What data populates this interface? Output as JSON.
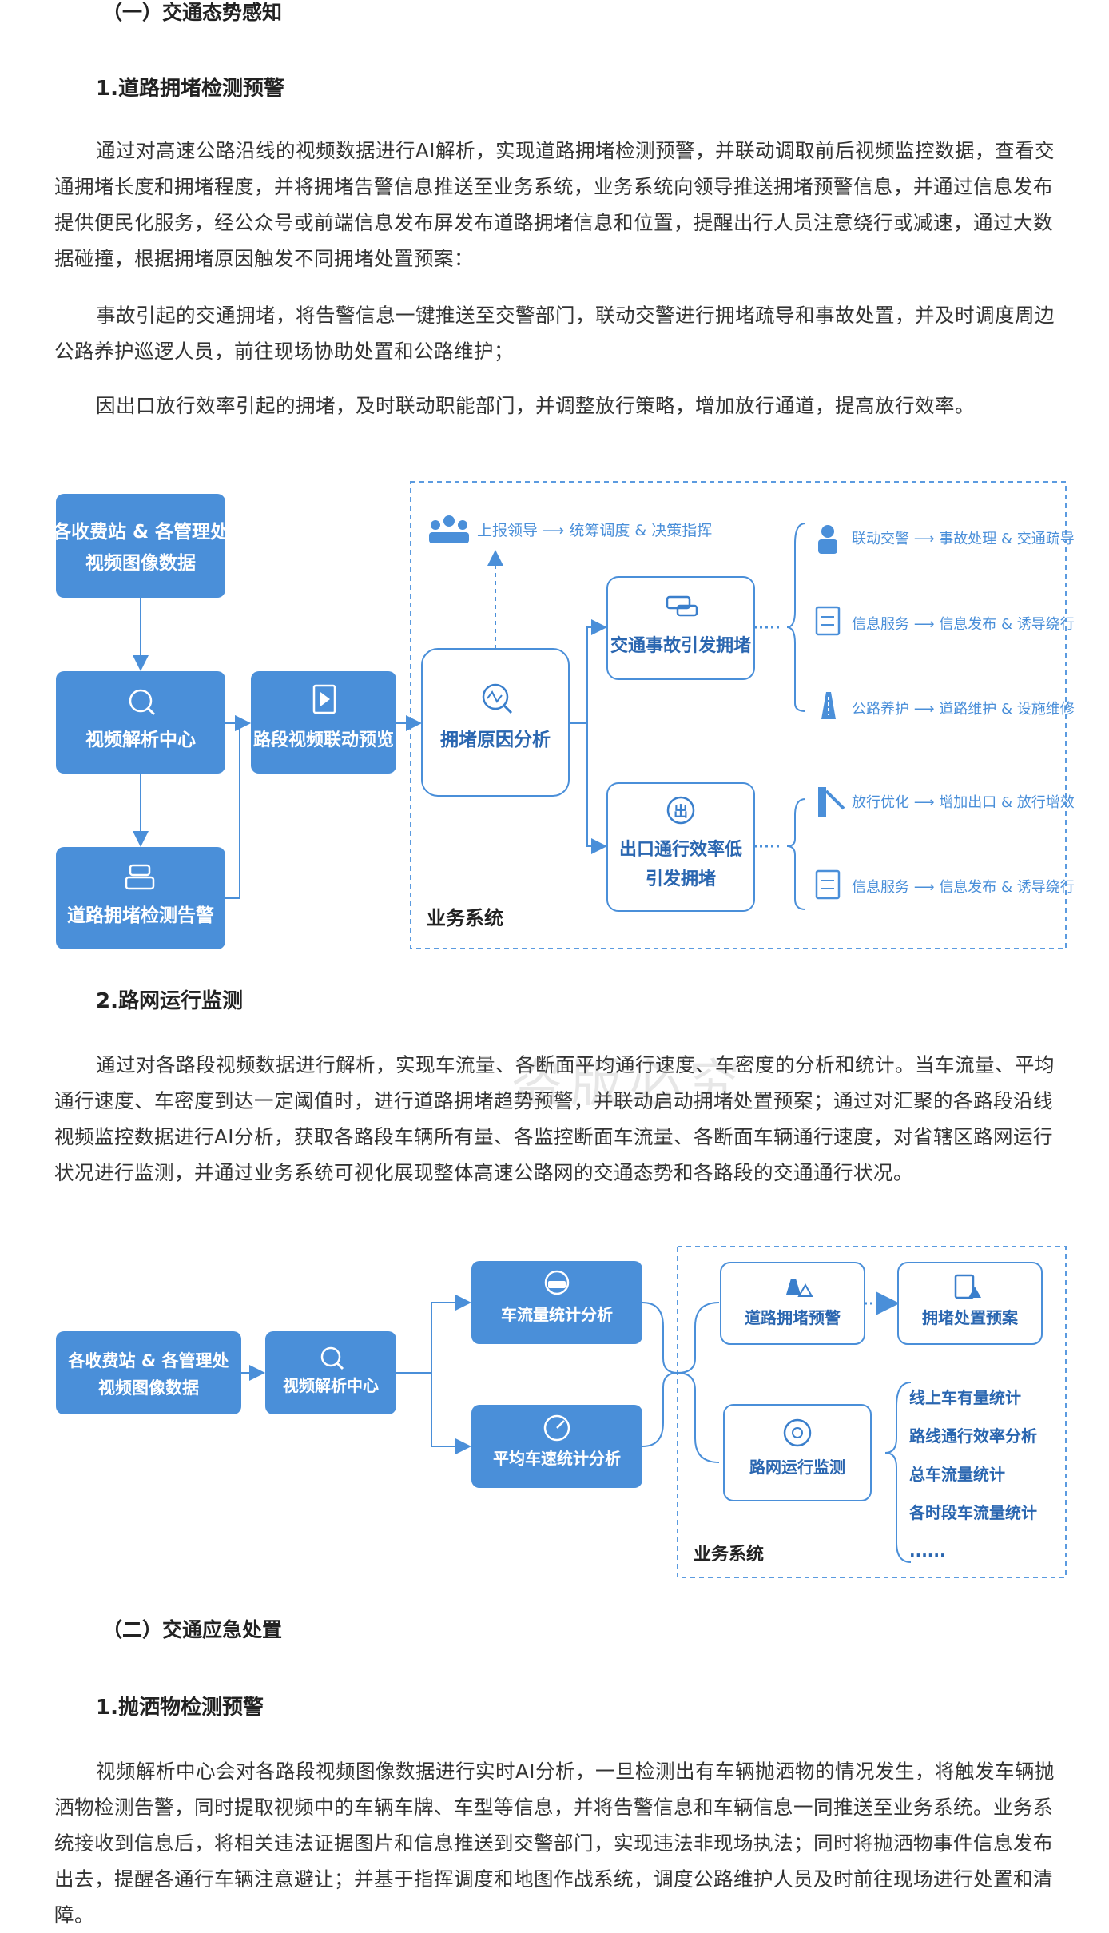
{
  "section1": {
    "title": "（一）交通态势感知"
  },
  "sub1": {
    "title": "1.道路拥堵检测预警",
    "paragraphs": [
      "通过对高速公路沿线的视频数据进行AI解析，实现道路拥堵检测预警，并联动调取前后视频监控数据，查看交通拥堵长度和拥堵程度，并将拥堵告警信息推送至业务系统，业务系统向领导推送拥堵预警信息，并通过信息发布提供便民化服务，经公众号或前端信息发布屏发布道路拥堵信息和位置，提醒出行人员注意绕行或减速，通过大数据碰撞，根据拥堵原因触发不同拥堵处置预案：",
      "事故引起的交通拥堵，将告警信息一键推送至交警部门，联动交警进行拥堵疏导和事故处置，并及时调度周边公路养护巡逻人员，前往现场协助处置和公路维护；",
      "因出口放行效率引起的拥堵，及时联动职能部门，并调整放行策略，增加放行通道，提高放行效率。"
    ]
  },
  "diagram1": {
    "source_line1": "各收费站 & 各管理处",
    "source_line2": "视频图像数据",
    "center": "视频解析中心",
    "alarm": "道路拥堵检测告警",
    "linkage": "路段视频联动预览",
    "cause": "拥堵原因分析",
    "report": "上报领导 ⟶ 统筹调度 & 决策指挥",
    "accident": "交通事故引发拥堵",
    "exit_line1": "出口通行效率低",
    "exit_line2": "引发拥堵",
    "out1": "联动交警 ⟶ 事故处理 & 交通疏导",
    "out2": "信息服务 ⟶ 信息发布 & 诱导绕行",
    "out3": "公路养护 ⟶ 道路维护 & 设施维修",
    "out4": "放行优化 ⟶ 增加出口 & 放行增效",
    "out5": "信息服务 ⟶ 信息发布 & 诱导绕行",
    "system": "业务系统",
    "accent": "#4a8fd9"
  },
  "sub2": {
    "title": "2.路网运行监测",
    "paragraphs": [
      "通过对各路段视频数据进行解析，实现车流量、各断面平均通行速度、车密度的分析和统计。当车流量、平均通行速度、车密度到达一定阈值时，进行道路拥堵趋势预警，并联动启动拥堵处置预案；通过对汇聚的各路段沿线视频监控数据进行AI分析，获取各路段车辆所有量、各监控断面车流量、各断面车辆通行速度，对省辖区路网运行状况进行监测，并通过业务系统可视化展现整体高速公路网的交通态势和各路段的交通通行状况。"
    ]
  },
  "watermark": "盗版必究",
  "diagram2": {
    "source_line1": "各收费站 & 各管理处",
    "source_line2": "视频图像数据",
    "center": "视频解析中心",
    "flow": "车流量统计分析",
    "speed": "平均车速统计分析",
    "warn": "道路拥堵预警",
    "plan": "拥堵处置预案",
    "monitor": "路网运行监测",
    "stats": [
      "线上车有量统计",
      "路线通行效率分析",
      "总车流量统计",
      "各时段车流量统计",
      "......"
    ],
    "system": "业务系统"
  },
  "section2": {
    "title": "（二）交通应急处置"
  },
  "sub3": {
    "title": "1.抛洒物检测预警",
    "paragraphs": [
      "视频解析中心会对各路段视频图像数据进行实时AI分析，一旦检测出有车辆抛洒物的情况发生，将触发车辆抛洒物检测告警，同时提取视频中的车辆车牌、车型等信息，并将告警信息和车辆信息一同推送至业务系统。业务系统接收到信息后，将相关违法证据图片和信息推送到交警部门，实现违法非现场执法；同时将抛洒物事件信息发布出去，提醒各通行车辆注意避让；并基于指挥调度和地图作战系统，调度公路维护人员及时前往现场进行处置和清障。"
    ]
  }
}
